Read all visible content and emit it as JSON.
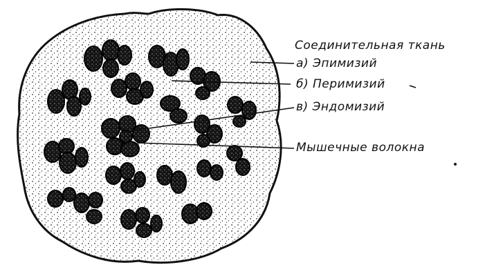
{
  "labels": {
    "connective_tissue": "Соединительная ткань",
    "epimysium": "а) Эпимизий",
    "perimysium": "б) Перимизий",
    "endomysium": "в) Эндомизий",
    "muscle_fibers": "Мышечные волокна"
  },
  "colors": {
    "ink": "#111111",
    "background": "#ffffff",
    "stipple": "#333333"
  }
}
